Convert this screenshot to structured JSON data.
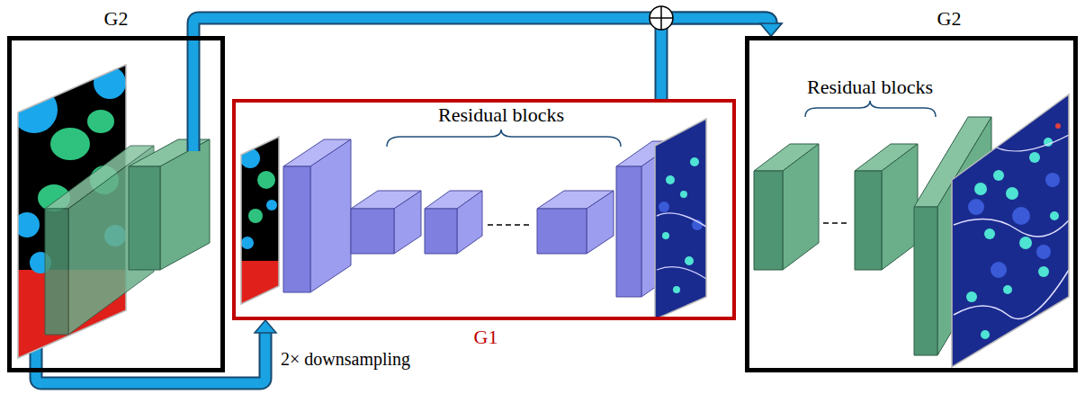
{
  "diagram": {
    "nodes": [
      {
        "text": [
          "G2"
        ]
      },
      {
        "text": [
          "Residual blocks",
          "G1"
        ]
      },
      {
        "text": [
          "G2",
          "Residual blocks"
        ]
      }
    ],
    "edges": [
      {
        "from": 0,
        "to": 1,
        "arrow": "to",
        "label": "2× downsampling"
      },
      {
        "from": 0,
        "to": 2,
        "arrow": "to"
      },
      {
        "from": 1,
        "to": 2,
        "arrow": "to"
      }
    ]
  }
}
